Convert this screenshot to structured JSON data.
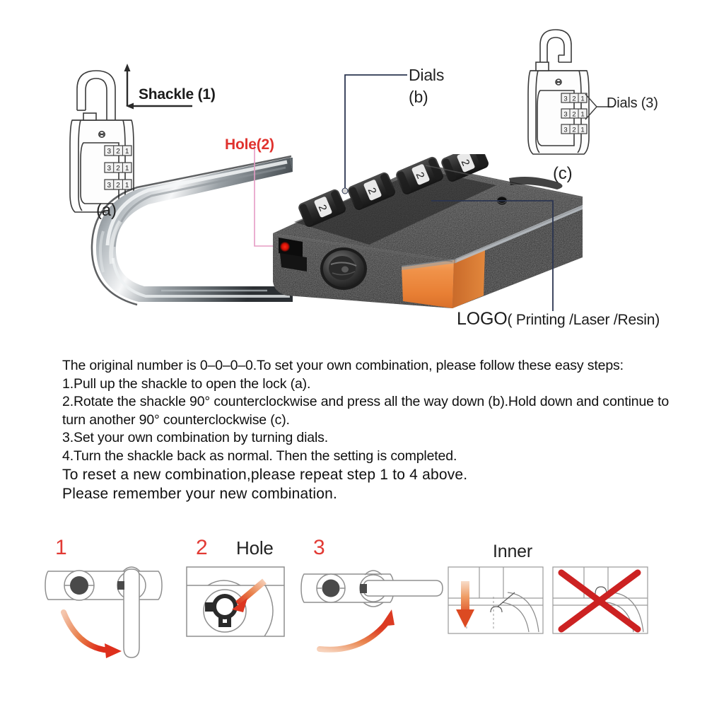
{
  "document": {
    "type": "combination-padlock-instruction-sheet",
    "background_color": "#ffffff"
  },
  "top_section": {
    "labels": {
      "shackle": "Shackle (1)",
      "hole": "Hole(2)",
      "dials": "Dials",
      "dials_b": "(b)",
      "dials_3": "Dials (3)",
      "view_a": "(a)",
      "view_c": "(c)",
      "logo_main": "LOGO",
      "logo_detail": "( Printing /Laser /Resin)"
    },
    "dial_digits": [
      "3",
      "2",
      "1"
    ],
    "colors": {
      "hole_label": "#e0322e",
      "leader_line": "#2b3550",
      "hole_leader_line": "#e59bc4",
      "body_black": "#2e2e2e",
      "accent_orange": "#ef8c45",
      "chrome": "#c9cdd2"
    }
  },
  "instructions": {
    "lines": [
      {
        "text": "The original number is 0–0–0–0.To set your own combination, please follow these easy steps:",
        "size": "normal"
      },
      {
        "text": "1.Pull up the shackle to open the lock (a).",
        "size": "normal"
      },
      {
        "text": "2.Rotate the shackle 90°   counterclockwise and press all the way down (b).Hold down and continue to turn another 90°  counterclockwise (c).",
        "size": "normal"
      },
      {
        "text": "3.Set your own combination by turning dials.",
        "size": "normal"
      },
      {
        "text": "4.Turn the shackle back as normal. Then the setting is completed.",
        "size": "normal"
      },
      {
        "text": "To reset a new combination,please repeat step 1 to 4 above.",
        "size": "big"
      },
      {
        "text": "Please remember your new combination.",
        "size": "big"
      }
    ]
  },
  "bottom_section": {
    "steps": [
      {
        "number": "1",
        "caption": ""
      },
      {
        "number": "2",
        "caption": "Hole"
      },
      {
        "number": "3",
        "caption": ""
      }
    ],
    "step1_number": "1",
    "step2_number": "2",
    "step3_number": "3",
    "hole_caption": "Hole",
    "inner_caption": "Inner",
    "colors": {
      "step_number": "#e23a34",
      "arrow_orange": "#e2542a",
      "cross_red": "#cc2222",
      "outline_gray": "#9a9a9a"
    }
  }
}
